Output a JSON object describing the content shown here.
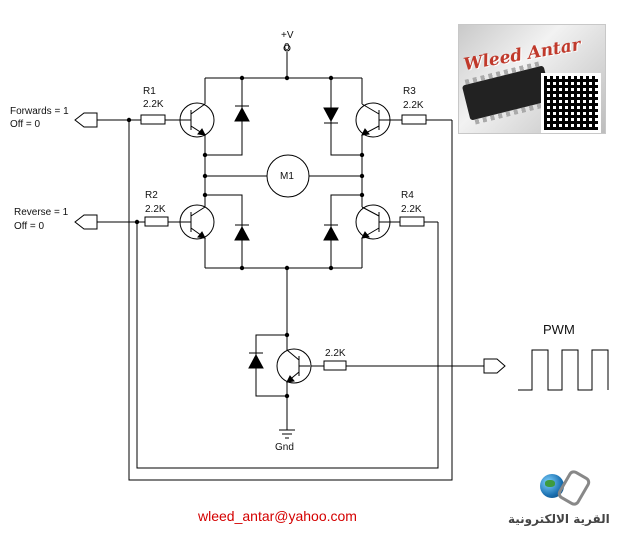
{
  "supply": {
    "label": "+V",
    "node": "0"
  },
  "ground": {
    "label": "Gnd"
  },
  "motor": {
    "label": "M1"
  },
  "inputs": {
    "forwards": {
      "line1": "Forwards = 1",
      "line2": "Off = 0"
    },
    "reverse": {
      "line1": "Reverse = 1",
      "line2": "Off = 0"
    }
  },
  "resistors": {
    "r1": {
      "name": "R1",
      "value": "2.2K"
    },
    "r2": {
      "name": "R2",
      "value": "2.2K"
    },
    "r3": {
      "name": "R3",
      "value": "2.2K"
    },
    "r4": {
      "name": "R4",
      "value": "2.2K"
    },
    "rpwm": {
      "value": "2.2K"
    }
  },
  "pwm": {
    "label": "PWM"
  },
  "watermark": {
    "brand": "Wleed Antar",
    "email": "wleed_antar@yahoo.com",
    "site": "القرية الالكترونية"
  }
}
